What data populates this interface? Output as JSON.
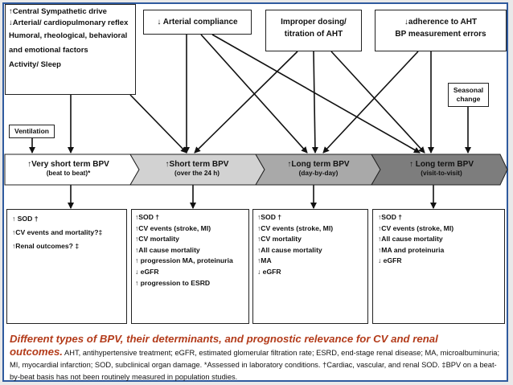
{
  "determinants": {
    "neural": [
      "↑Central Sympathetic drive",
      "↓Arterial/ cardiopulmonary reflex",
      "Humoral, rheological, behavioral",
      "and emotional factors",
      "Activity/ Sleep"
    ],
    "arterial": "↓ Arterial  compliance",
    "dosing": [
      "Improper dosing/",
      "titration of AHT"
    ],
    "adherence": [
      "↓adherence to AHT",
      "BP measurement errors"
    ],
    "seasonal": [
      "Seasonal",
      "change"
    ],
    "ventilation": "Ventilation"
  },
  "bpv_types": [
    {
      "title": "↑Very short term  BPV",
      "sub": "(beat to beat)*",
      "color": "#ffffff"
    },
    {
      "title": "↑Short term  BPV",
      "sub": "(over the 24 h)",
      "color": "#d2d2d2"
    },
    {
      "title": "↑Long term BPV",
      "sub": "(day-by-day)",
      "color": "#a9a9a9"
    },
    {
      "title": "↑ Long term BPV",
      "sub": "(visit-to-visit)",
      "color": "#7d7d7d"
    }
  ],
  "outcomes": [
    [
      "↑ SOD †",
      "↑CV events and mortality?‡",
      "↑Renal outcomes? ‡"
    ],
    [
      "↑SOD †",
      "↑CV events  (stroke, MI)",
      "↑CV mortality",
      "↑All cause mortality",
      "↑ progression MA, proteinuria",
      "↓ eGFR",
      "↑ progression to ESRD"
    ],
    [
      "↑SOD †",
      "↑CV events  (stroke, MI)",
      "↑CV mortality",
      "↑All cause mortality",
      "↑MA",
      "↓ eGFR"
    ],
    [
      "↑SOD †",
      "↑CV events  (stroke, MI)",
      "↑All cause mortality",
      "↑MA and proteinuria",
      "↓ eGFR"
    ]
  ],
  "caption": {
    "title": "Different types of BPV, their determinants, and prognostic relevance for CV and renal",
    "lead": "outcomes.",
    "body": " AHT, antihypertensive treatment; eGFR, estimated glomerular filtration rate; ESRD, end-stage renal disease; MA, microalbuminuria; MI, myocardial infarction; SOD, subclinical organ damage. *Assessed in laboratory conditions. †Cardiac, vascular, and renal SOD. ‡BPV on a beat-by-beat basis has not been routinely measured in population studies."
  },
  "colors": {
    "frame": "#2f5a9e",
    "caption_accent": "#b33b1a",
    "background": "#e9e9e9"
  }
}
